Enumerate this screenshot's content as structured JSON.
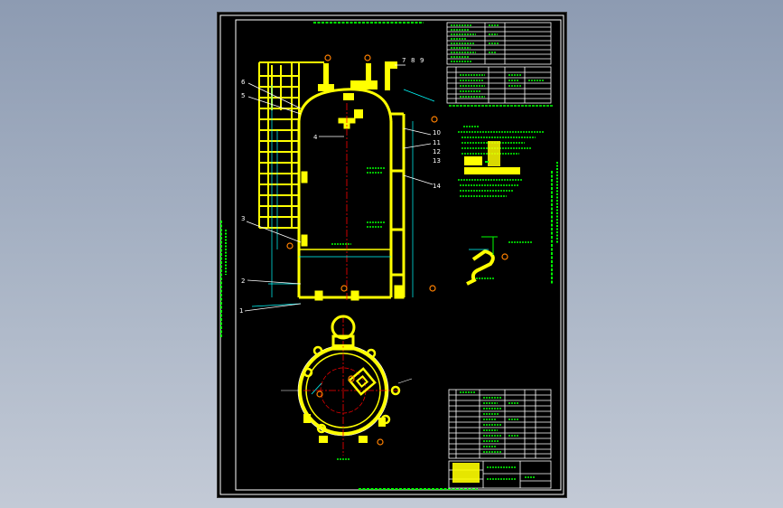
{
  "colors": {
    "background": "#9aa6b9",
    "sheet": "#000000",
    "frame": "#ffffff",
    "part": "#ffff00",
    "annotation": "#00ff00",
    "dimension": "#00ffff",
    "centerline": "#ff0000",
    "callout": "#ff8000"
  },
  "callouts": {
    "left": [
      "6",
      "5",
      "4",
      "3",
      "2",
      "1"
    ],
    "top": [
      "7",
      "8",
      "9"
    ],
    "right": [
      "10",
      "11",
      "12",
      "13",
      "14"
    ]
  }
}
